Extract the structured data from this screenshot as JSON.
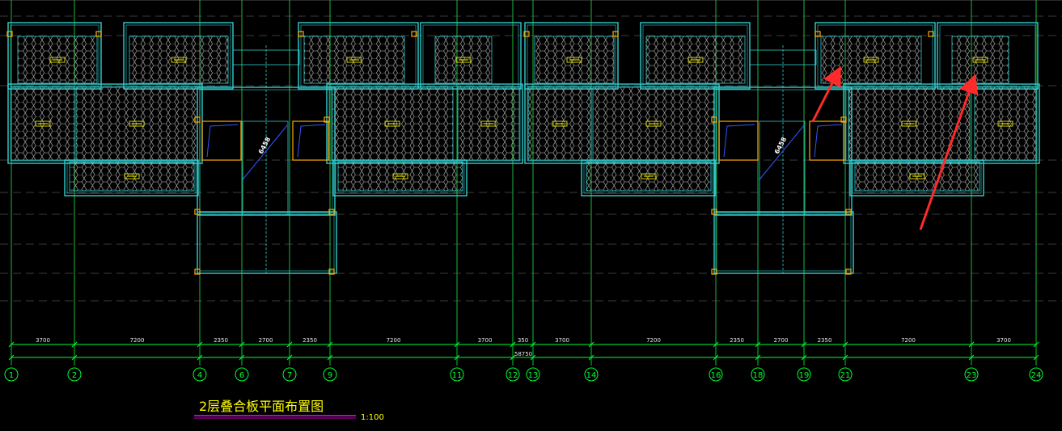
{
  "title": "2层叠合板平面布置图",
  "scale": "1:100",
  "total_dimension": "58750",
  "dimensions": [
    "3700",
    "7200",
    "2350",
    "2700",
    "2350",
    "7200",
    "3700",
    "350",
    "3700",
    "7200",
    "2350",
    "2700",
    "2350",
    "7200",
    "3700"
  ],
  "axes": [
    "1",
    "2",
    "4",
    "6",
    "7",
    "9",
    "11",
    "12",
    "13",
    "14",
    "16",
    "18",
    "19",
    "21",
    "23",
    "24"
  ],
  "diagonal_labels": [
    "6458",
    "6458"
  ],
  "colors": {
    "background": "#000000",
    "axis_grid": "#00ff33",
    "wall": "#33cccc",
    "slab_hatch": "#bfbfbf",
    "column": "#ffaa00",
    "beam_blue": "#3355ff",
    "annotation": "#ffff00",
    "arrow": "#ff2a2a",
    "dash": "#777777"
  }
}
